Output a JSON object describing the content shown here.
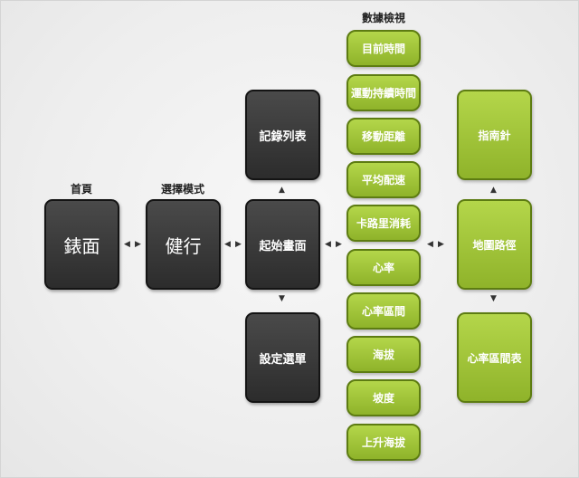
{
  "headers": {
    "home": "首頁",
    "mode": "選擇模式",
    "data_view": "數據檢視"
  },
  "nodes": {
    "watch_face": "錶面",
    "walk_run": "健行",
    "record_list": "記錄列表",
    "start_screen": "起始畫面",
    "settings_menu": "設定選單",
    "map_route": "地圖路徑",
    "compass": "指南針",
    "hr_zone_table": "心率區間表"
  },
  "data_items": [
    "目前時間",
    "運動持續時間",
    "移動距離",
    "平均配速",
    "卡路里消耗",
    "心率",
    "心率區間",
    "海拔",
    "坡度",
    "上升海拔"
  ],
  "colors": {
    "dark_node": "#3a3a3a",
    "green_node": "#9fc53a"
  }
}
